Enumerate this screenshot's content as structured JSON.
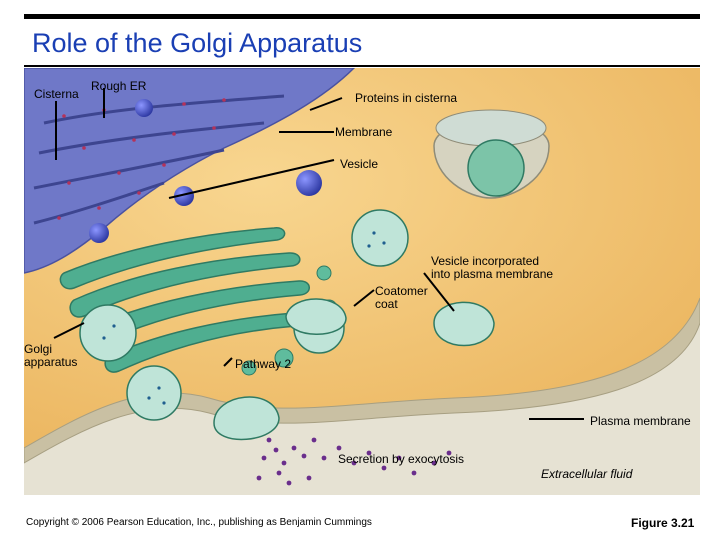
{
  "title": "Role of the Golgi Apparatus",
  "labels": {
    "cisterna": "Cisterna",
    "rough_er": "Rough ER",
    "proteins_in_cisterna": "Proteins in cisterna",
    "membrane": "Membrane",
    "vesicle": "Vesicle",
    "vesicle_incorporated_1": "Vesicle incorporated",
    "vesicle_incorporated_2": "into plasma membrane",
    "coatomer_1": "Coatomer",
    "coatomer_2": "coat",
    "golgi_1": "Golgi",
    "golgi_2": "apparatus",
    "pathway_2": "Pathway 2",
    "plasma_membrane": "Plasma membrane",
    "secretion": "Secretion by exocytosis",
    "extracellular": "Extracellular fluid"
  },
  "footer": {
    "copyright": "Copyright © 2006 Pearson Education, Inc., publishing as Benjamin Cummings",
    "figure": "Figure 3.21"
  },
  "colors": {
    "title": "#1a3fb4",
    "cytoplasm": "#f2c673",
    "extracellular": "#e6e2d3",
    "rough_er": "#6f78c8",
    "golgi": "#4fae90",
    "vesicle": "#bfe4d8",
    "protein_dots": "#6a2e8c"
  }
}
